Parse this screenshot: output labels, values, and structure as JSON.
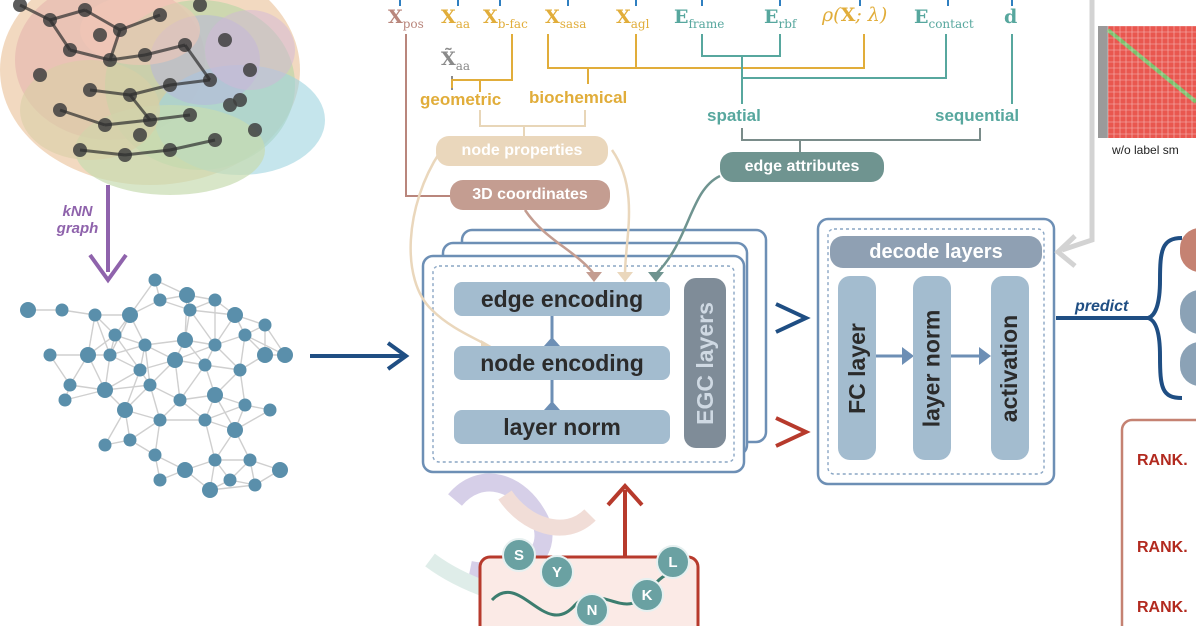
{
  "features": {
    "x_pos": {
      "main": "X",
      "sub": "pos"
    },
    "x_aa": {
      "main": "X",
      "sub": "aa"
    },
    "x_bfac": {
      "main": "X",
      "sub": "b-fac"
    },
    "x_sasa": {
      "main": "X",
      "sub": "sasa"
    },
    "x_agl": {
      "main": "X",
      "sub": "agl"
    },
    "e_frame": {
      "main": "E",
      "sub": "frame"
    },
    "e_rbf": {
      "main": "E",
      "sub": "rbf"
    },
    "rho": {
      "pre": "ρ(",
      "bold": "X",
      "post": "; λ)"
    },
    "e_contact": {
      "main": "E",
      "sub": "contact"
    },
    "d": "d",
    "x_aa_tilde": {
      "main": "X̃",
      "sub": "aa"
    }
  },
  "labels": {
    "geometric": "geometric",
    "biochemical": "biochemical",
    "spatial": "spatial",
    "sequential": "sequential",
    "knn_line1": "kNN",
    "knn_line2": "graph",
    "predict": "predict",
    "wo_label": "w/o label sm"
  },
  "pills": {
    "node_properties": "node properties",
    "coordinates": "3D coordinates",
    "edge_attributes": "edge attributes",
    "decode_layers": "decode layers"
  },
  "egc": {
    "edge_encoding": "edge encoding",
    "node_encoding": "node encoding",
    "layer_norm": "layer norm",
    "title": "EGC layers"
  },
  "decoder": {
    "fc_layer": "FC layer",
    "layer_norm": "layer norm",
    "activation": "activation"
  },
  "ranks": [
    "RANK.",
    "RANK.",
    "RANK."
  ],
  "residues": [
    "S",
    "Y",
    "N",
    "K",
    "L"
  ],
  "colors": {
    "node_blue": "#5a8fab",
    "box_blue": "#a3bccf",
    "frame_blue": "#6d8fb5",
    "dark_arrow": "#1f4e83",
    "red_arrow": "#b73a2c",
    "purple": "#8f63ac",
    "tan": "#b9867c",
    "gold": "#e1ad3a",
    "teal": "#57a79e",
    "pill_tan": "#ead7bc",
    "pill_rose": "#c49d91",
    "pill_teal": "#6f9490",
    "pill_slate": "#8fa0b3",
    "egc_title_bg": "#7f8c98"
  }
}
